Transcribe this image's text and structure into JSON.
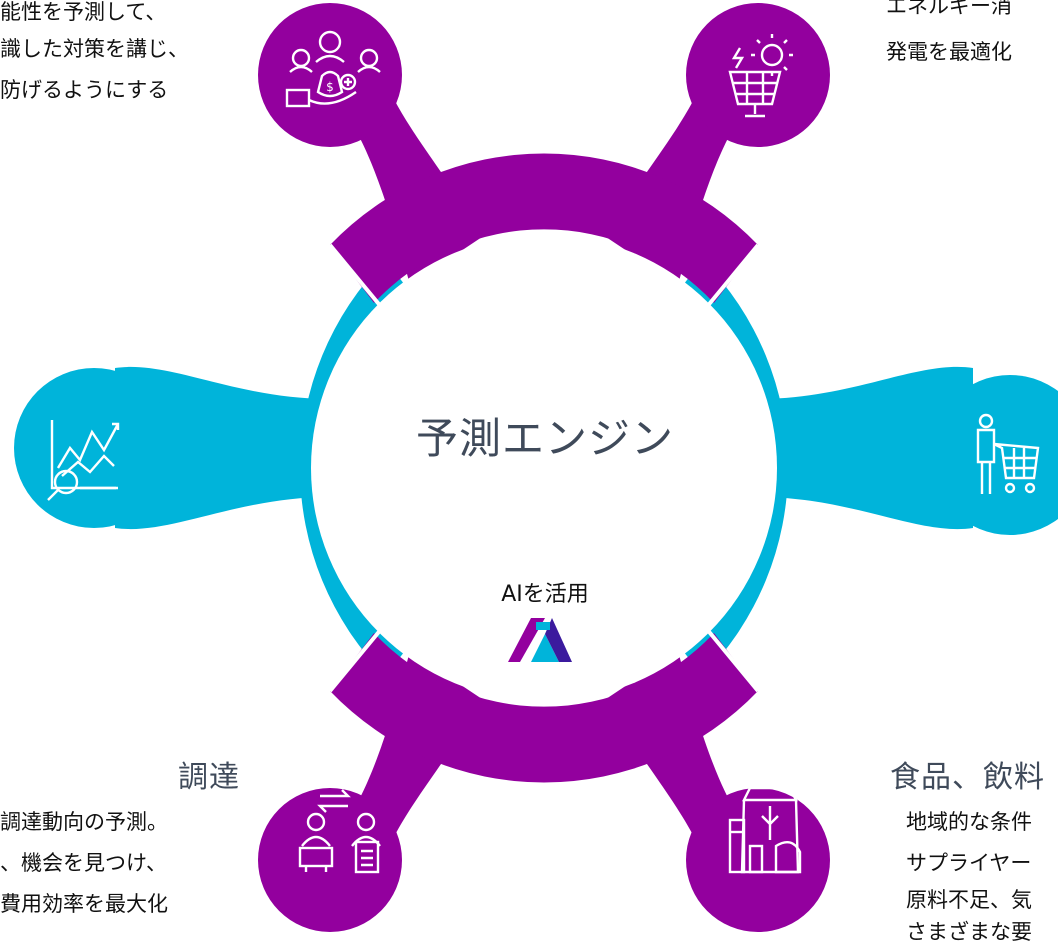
{
  "center": {
    "title": "予測エンジン",
    "ai_label": "AIを活用"
  },
  "top_left": {
    "lines": [
      "能性を予測して、",
      "識した対策を講じ、",
      "防げるようにする"
    ]
  },
  "top_right": {
    "lines": [
      "エネルギー消",
      "発電を最適化"
    ]
  },
  "bottom_left": {
    "title": "調達",
    "lines": [
      "調達動向の予測。",
      "、機会を見つけ、",
      "費用効率を最大化"
    ]
  },
  "bottom_right": {
    "title": "食品、飲料",
    "lines": [
      "地域的な条件",
      "サプライヤー",
      "原料不足、気",
      "さまざまな要"
    ]
  },
  "icons": {
    "top_left": "investor-money-hand-icon",
    "top_right": "solar-panel-sun-icon",
    "left": "chart-magnifier-icon",
    "right": "shopper-cart-icon",
    "bottom_left": "procurement-exchange-icon",
    "bottom_right": "food-beverage-icon",
    "ai_logo": "ai-logo-icon"
  },
  "colors": {
    "purple": "#93009e",
    "cyan": "#00b4da",
    "text": "#3f4a5a"
  }
}
